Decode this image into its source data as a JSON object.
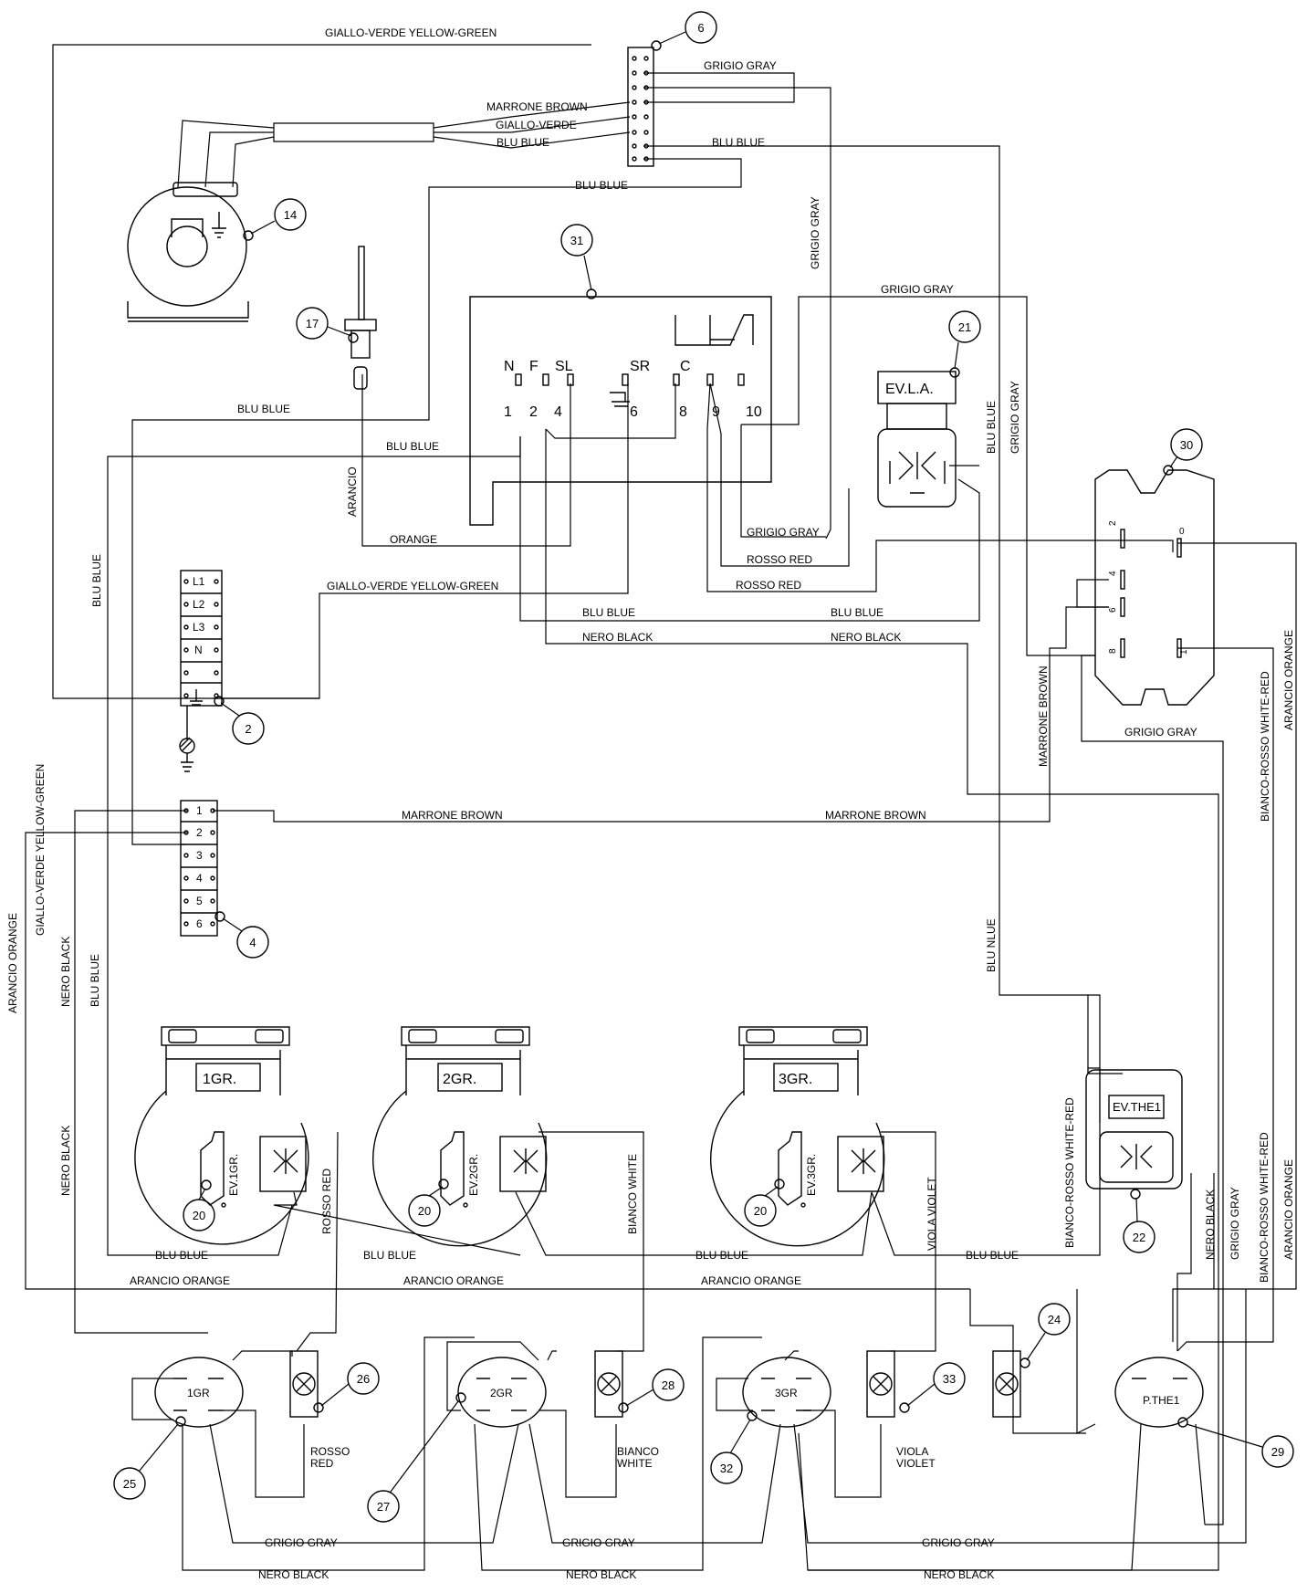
{
  "labels": {
    "yg_top": "GIALLO-VERDE YELLOW-GREEN",
    "yg_left": "GIALLO-VERDE YELLOW-GREEN",
    "yg_mid": "GIALLO-VERDE YELLOW-GREEN",
    "grigio_top": "GRIGIO GRAY",
    "marrone_top": "MARRONE BROWN",
    "giallo_verde": "GIALLO-VERDE",
    "blu_comp": "BLU BLUE",
    "blu_top_right": "BLU BLUE",
    "blu_comp2": "BLU BLUE",
    "grigio_vert": "GRIGIO GRAY",
    "grigio_31": "GRIGIO GRAY",
    "blu_left_h": "BLU BLUE",
    "blu_mid_h": "BLU BLUE",
    "arancio_v": "ARANCIO",
    "orange_h": "ORANGE",
    "blu_left_v": "BLU BLUE",
    "grigio_10": "GRIGIO GRAY",
    "rosso_1": "ROSSO RED",
    "rosso_2": "ROSSO RED",
    "blu_bus_1": "BLU BLUE",
    "blu_bus_2": "BLU BLUE",
    "nero_bus_1": "NERO BLACK",
    "nero_bus_2": "NERO BLACK",
    "blu_right_v": "BLU BLUE",
    "grigio_right_v": "GRIGIO GRAY",
    "marrone_v": "MARRONE BROWN",
    "grigio_30": "GRIGIO GRAY",
    "bianco_rosso_v1": "BIANCO-ROSSO WHITE-RED",
    "arancio_v1": "ARANCIO ORANGE",
    "marrone_h1": "MARRONE BROWN",
    "marrone_h2": "MARRONE BROWN",
    "arancio_far_left": "ARANCIO ORANGE",
    "nero_left": "NERO BLACK",
    "blu_left2": "BLU BLUE",
    "blu_nlue": "BLU NLUE",
    "blu_g1": "BLU BLUE",
    "blu_g2": "BLU BLUE",
    "blu_g3": "BLU BLUE",
    "blu_g4": "BLU BLUE",
    "arancio_g1": "ARANCIO ORANGE",
    "arancio_g2": "ARANCIO ORANGE",
    "arancio_g3": "ARANCIO ORANGE",
    "nero_left_low": "NERO BLACK",
    "rosso_v": "ROSSO RED",
    "bianco_v": "BIANCO WHITE",
    "viola_v": "VIOLA VIOLET",
    "bianco_rosso_v2": "BIANCO-ROSSO WHITE-RED",
    "nero_right_v": "NERO BLACK",
    "grigio_right_v2": "GRIGIO GRAY",
    "bianco_rosso_v3": "BIANCO-ROSSO WHITE-RED",
    "arancio_right_v2": "ARANCIO ORANGE",
    "rosso_red_lamp": [
      "ROSSO",
      "RED"
    ],
    "bianco_white_lamp": [
      "BIANCO",
      "WHITE"
    ],
    "viola_violet_lamp": [
      "VIOLA",
      "VIOLET"
    ],
    "grigio_b1": "GRIGIO GRAY",
    "grigio_b2": "GRIGIO GRAY",
    "grigio_b3": "GRIGIO GRAY",
    "nero_b1": "NERO BLACK",
    "nero_b2": "NERO BLACK",
    "nero_b3": "NERO BLACK"
  },
  "components": {
    "thermostat_pins": [
      "N",
      "F",
      "SL",
      "SR",
      "C"
    ],
    "thermostat_numbers": [
      "1",
      "2",
      "4",
      "6",
      "8",
      "9",
      "10"
    ],
    "ev_la": "EV.L.A.",
    "ev_the1": "EV.THE1",
    "group_labels": [
      "1GR.",
      "2GR.",
      "3GR."
    ],
    "ev_groups": [
      "EV.1GR.",
      "EV.2GR.",
      "EV.3GR."
    ],
    "switch_labels": [
      "1GR",
      "2GR",
      "3GR"
    ],
    "p_the1": "P.THE1",
    "terminal_l": [
      "L1",
      "L2",
      "L3",
      "N"
    ],
    "terminal_4": [
      "1",
      "2",
      "3",
      "4",
      "5",
      "6"
    ],
    "relay_pins": [
      "2",
      "0",
      "4",
      "6",
      "8",
      "1"
    ]
  },
  "callouts": {
    "c6": "6",
    "c14": "14",
    "c17": "17",
    "c31": "31",
    "c21": "21",
    "c30": "30",
    "c2": "2",
    "c4": "4",
    "c20a": "20",
    "c20b": "20",
    "c20c": "20",
    "c22": "22",
    "c24": "24",
    "c26": "26",
    "c28": "28",
    "c33": "33",
    "c25": "25",
    "c27": "27",
    "c32": "32",
    "c29": "29"
  }
}
